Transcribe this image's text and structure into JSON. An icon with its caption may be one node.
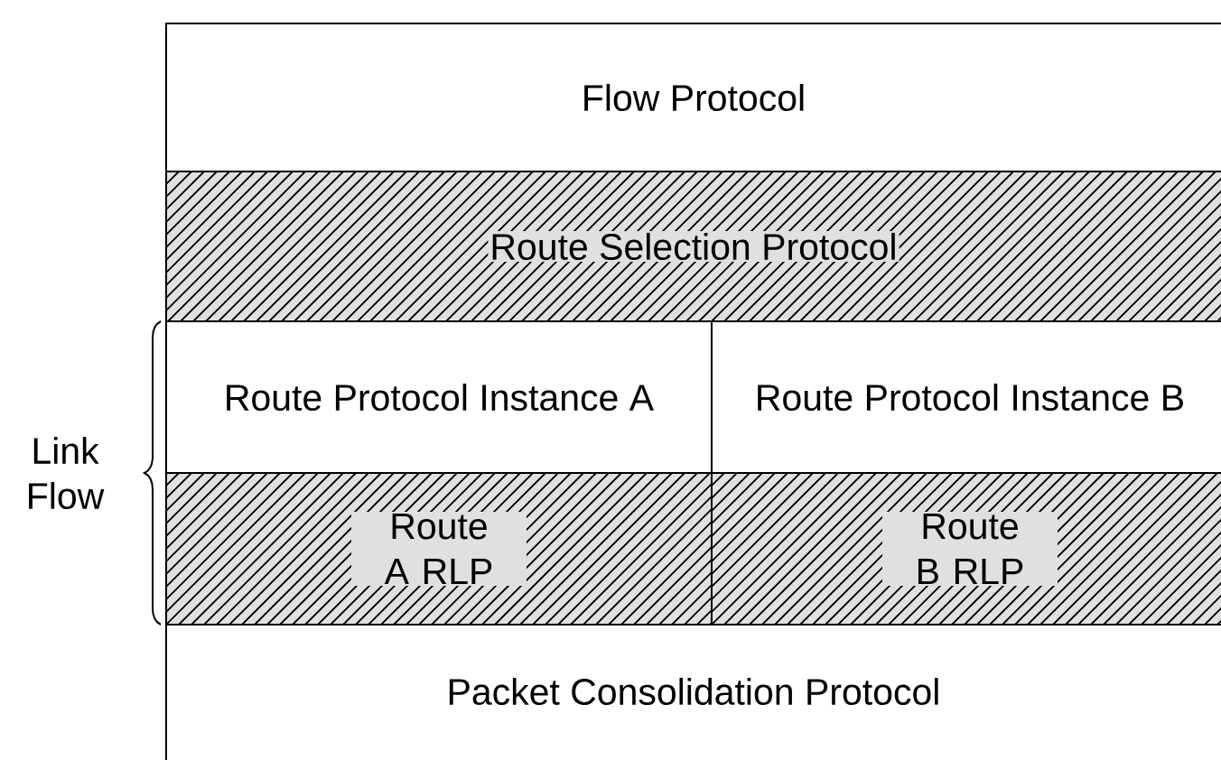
{
  "diagram": {
    "nodes": [
      {
        "text": [
          "Flow Protocol"
        ]
      },
      {
        "text": [
          "Route Selection Protocol"
        ]
      },
      {
        "text": [
          "Route Protocol Instance A"
        ]
      },
      {
        "text": [
          "Route Protocol Instance B"
        ]
      },
      {
        "text": [
          "Route A RLP"
        ]
      },
      {
        "text": [
          "Route B RLP"
        ]
      },
      {
        "text": [
          "Packet Consolidation Protocol"
        ]
      }
    ],
    "labels": [
      "Link Flow"
    ]
  }
}
